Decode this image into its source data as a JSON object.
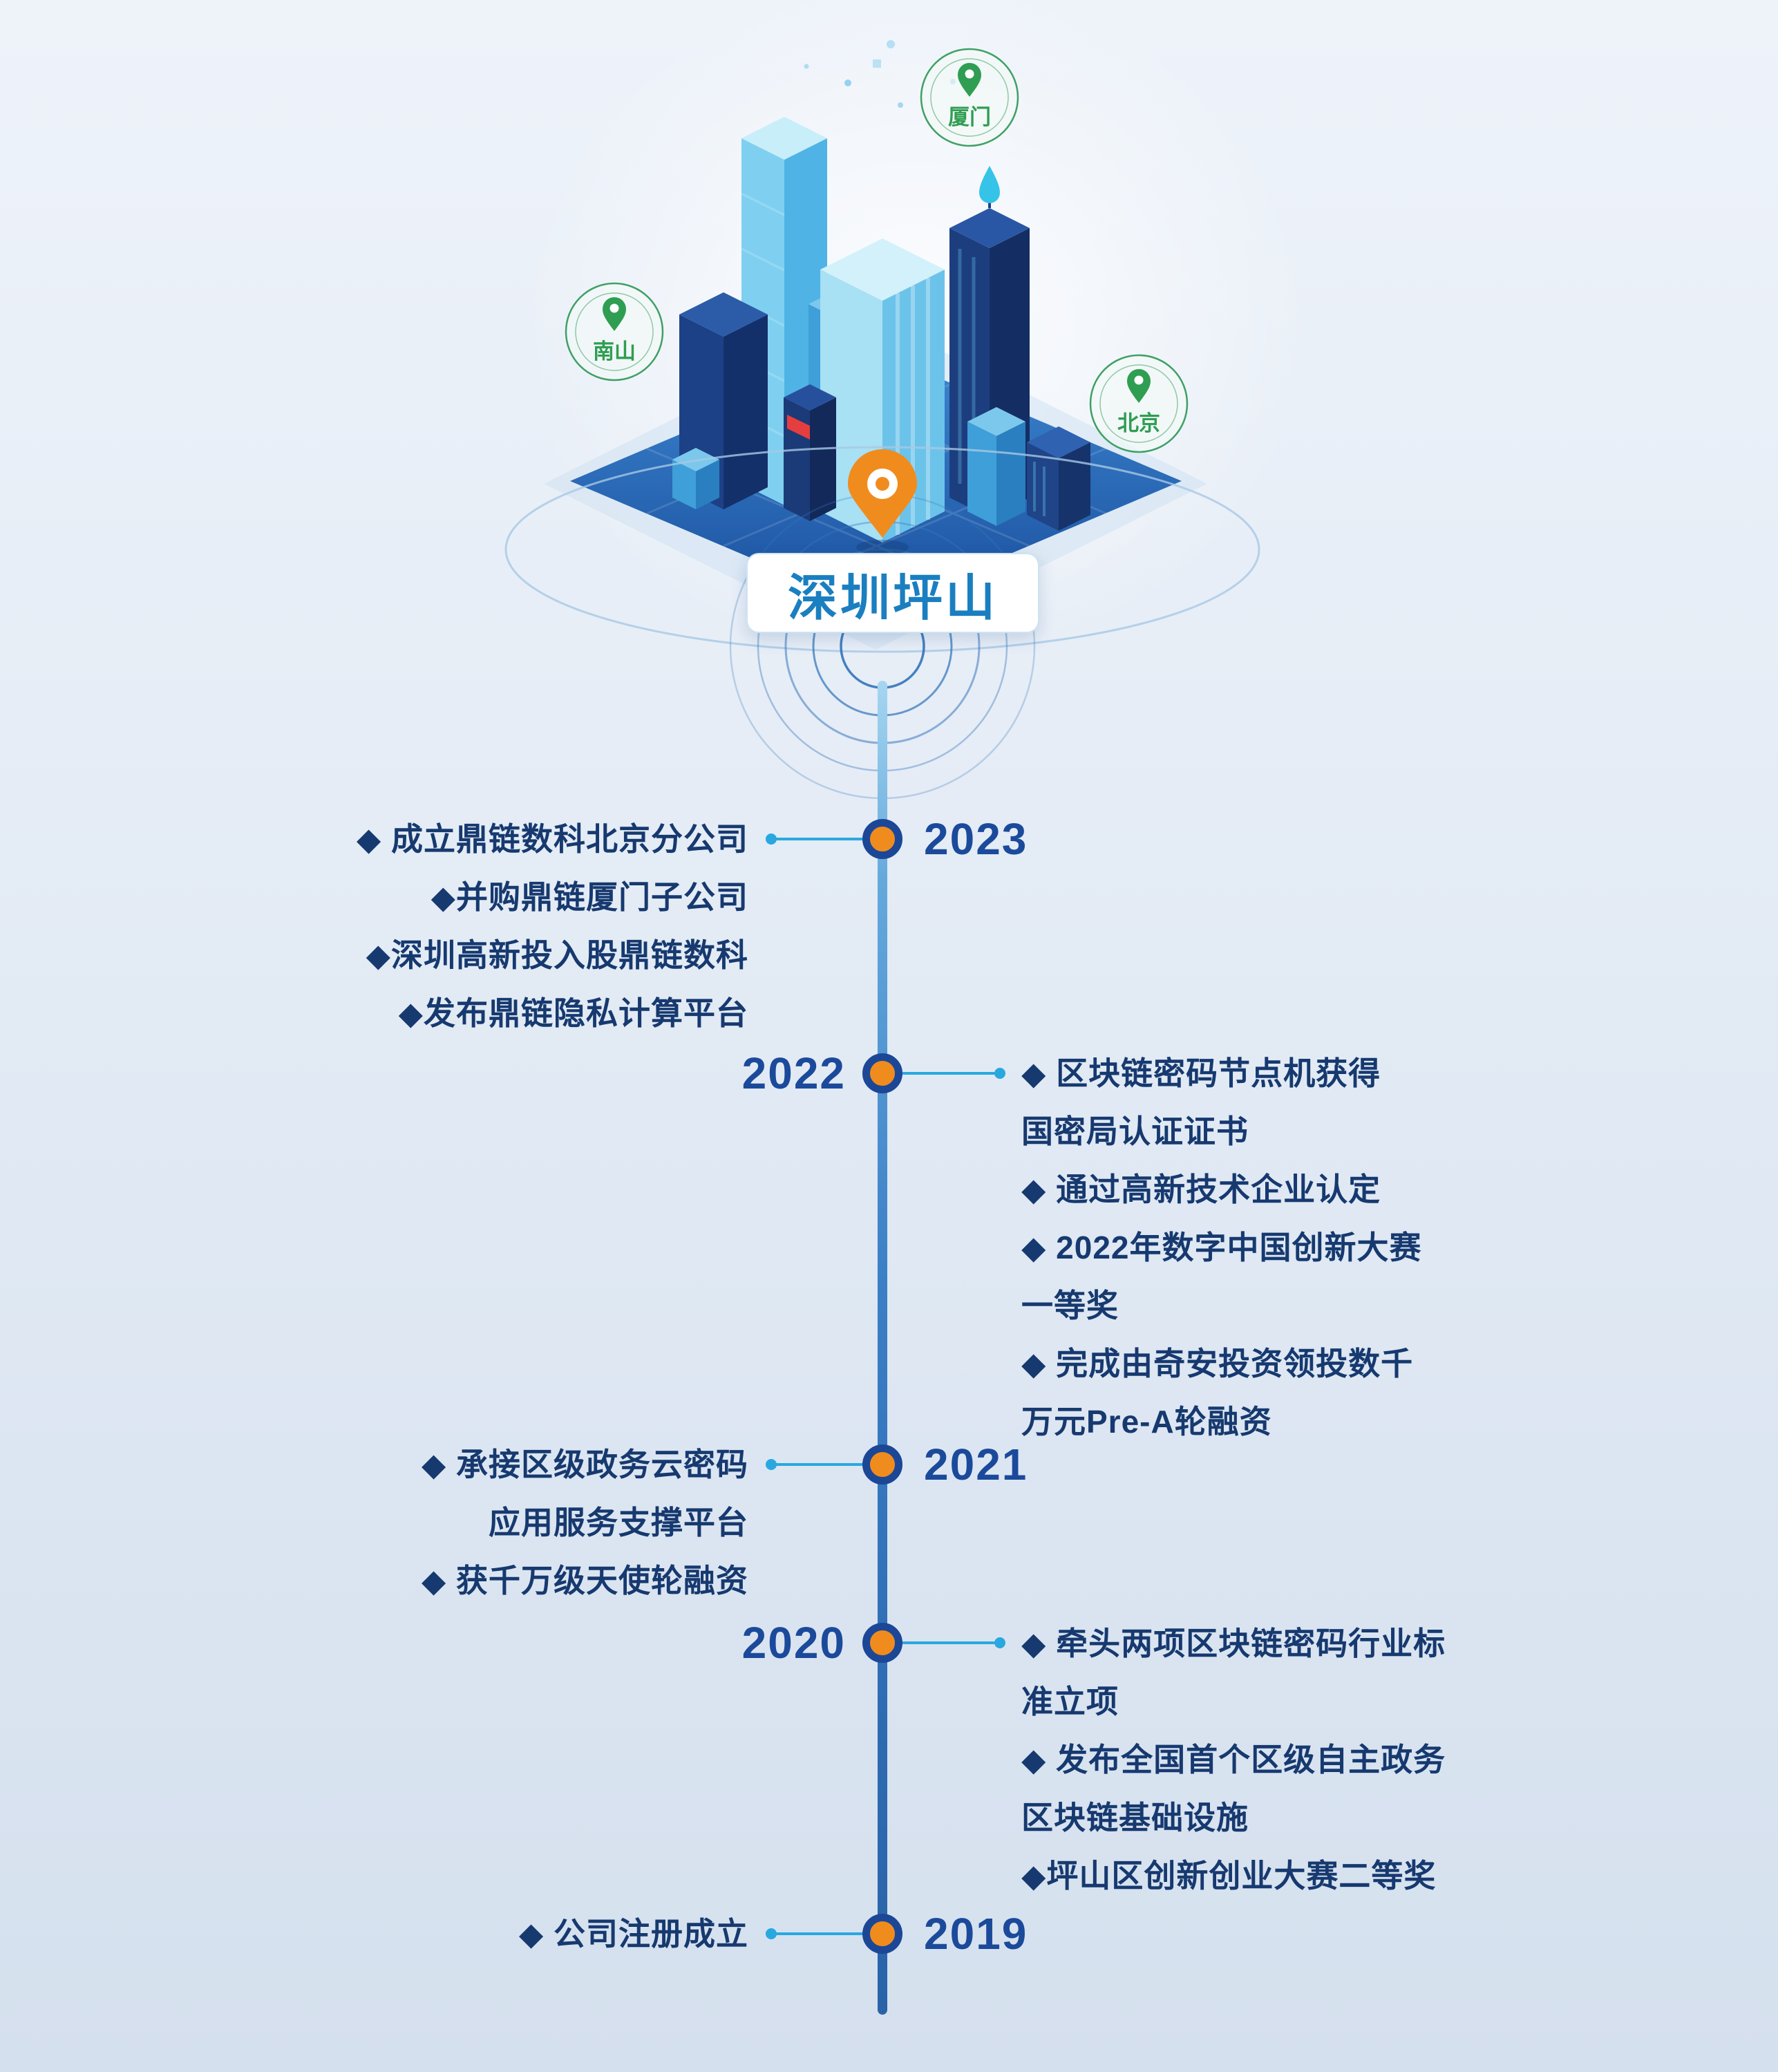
{
  "map": {
    "center_label": "深圳坪山",
    "pins": [
      {
        "label": "南山"
      },
      {
        "label": "厦门"
      },
      {
        "label": "北京"
      }
    ]
  },
  "timeline": {
    "items": [
      {
        "year": "2023",
        "side": "left",
        "lines": [
          "◆ 成立鼎链数科北京分公司",
          "◆并购鼎链厦门子公司",
          "◆深圳高新投入股鼎链数科",
          "◆发布鼎链隐私计算平台"
        ]
      },
      {
        "year": "2022",
        "side": "right",
        "lines": [
          "◆ 区块链密码节点机获得",
          "国密局认证证书",
          "◆ 通过高新技术企业认定",
          "◆ 2022年数字中国创新大赛",
          "一等奖",
          "◆ 完成由奇安投资领投数千",
          "万元Pre-A轮融资"
        ]
      },
      {
        "year": "2021",
        "side": "left",
        "lines": [
          "◆ 承接区级政务云密码",
          "应用服务支撑平台",
          "◆ 获千万级天使轮融资"
        ]
      },
      {
        "year": "2020",
        "side": "right",
        "lines": [
          "◆ 牵头两项区块链密码行业标",
          "准立项",
          "◆ 发布全国首个区级自主政务",
          "区块链基础设施",
          "◆坪山区创新创业大赛二等奖"
        ]
      },
      {
        "year": "2019",
        "side": "left",
        "lines": [
          "◆ 公司注册成立"
        ]
      }
    ]
  },
  "colors": {
    "accent_orange": "#F08C1E",
    "year_blue": "#1B4A9B",
    "text_navy": "#16396F",
    "connector_cyan": "#29A8E0",
    "pin_green": "#2F9E52",
    "label_teal": "#1A7FC0",
    "node_ring": "#1C4797"
  }
}
